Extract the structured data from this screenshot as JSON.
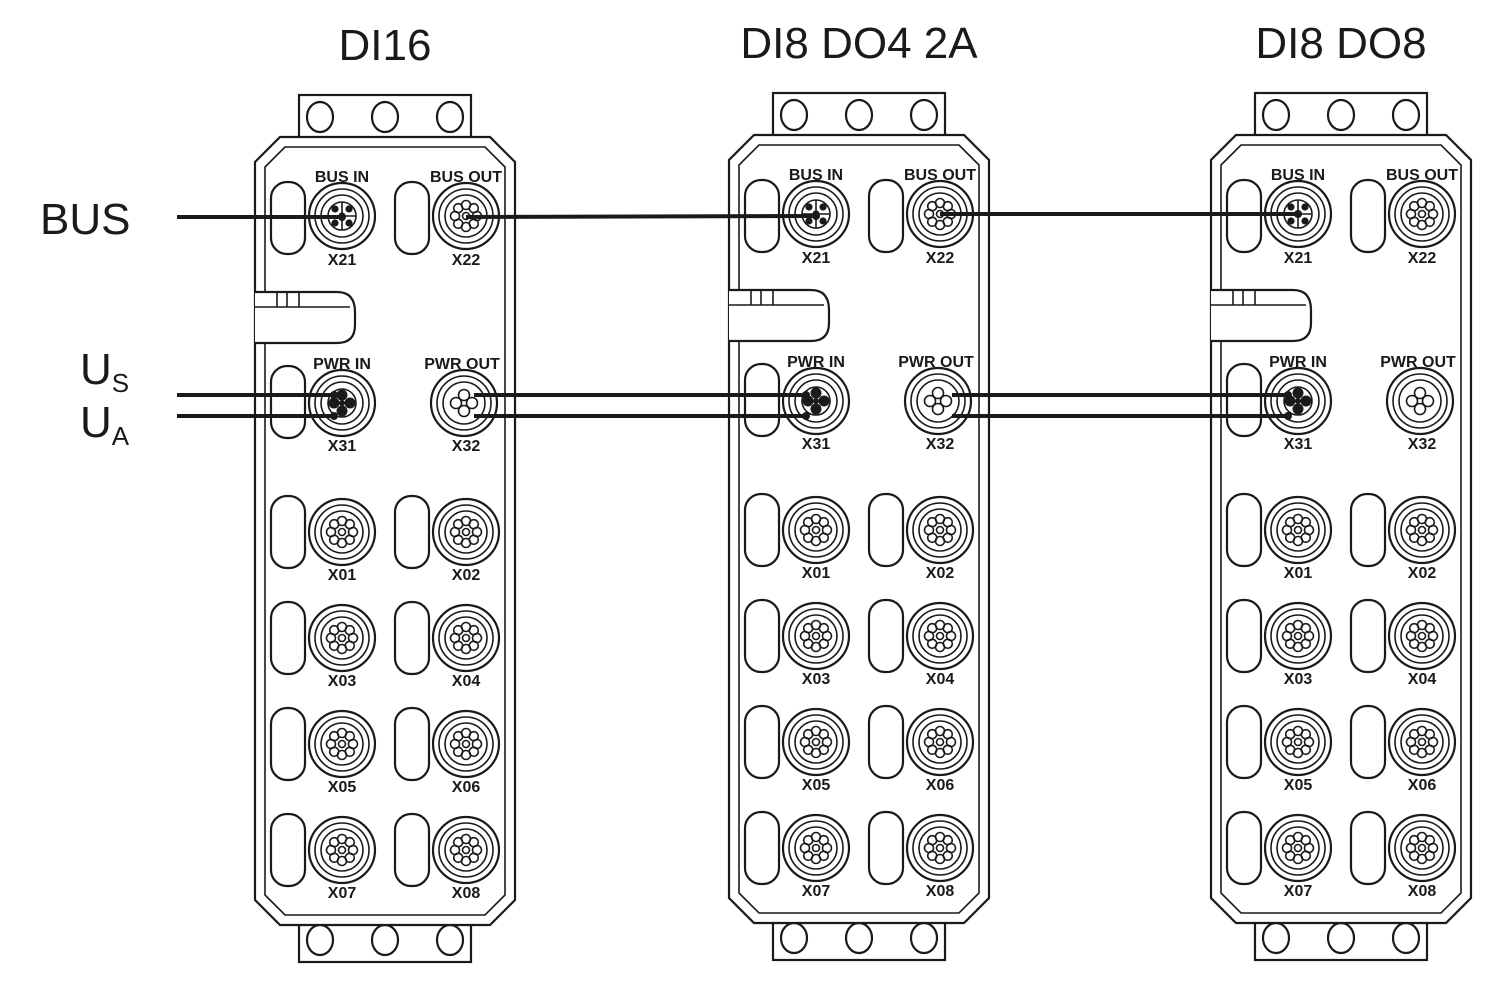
{
  "diagram": {
    "left_labels": {
      "bus": "BUS",
      "us_main": "U",
      "us_sub": "S",
      "ua_main": "U",
      "ua_sub": "A"
    },
    "modules": [
      {
        "title": "DI16",
        "bus_in": "BUS IN",
        "bus_out": "BUS OUT",
        "pwr_in": "PWR IN",
        "pwr_out": "PWR OUT",
        "ports": {
          "x21": "X21",
          "x22": "X22",
          "x31": "X31",
          "x32": "X32",
          "x01": "X01",
          "x02": "X02",
          "x03": "X03",
          "x04": "X04",
          "x05": "X05",
          "x06": "X06",
          "x07": "X07",
          "x08": "X08"
        }
      },
      {
        "title": "DI8 DO4 2A",
        "bus_in": "BUS IN",
        "bus_out": "BUS OUT",
        "pwr_in": "PWR IN",
        "pwr_out": "PWR OUT",
        "ports": {
          "x21": "X21",
          "x22": "X22",
          "x31": "X31",
          "x32": "X32",
          "x01": "X01",
          "x02": "X02",
          "x03": "X03",
          "x04": "X04",
          "x05": "X05",
          "x06": "X06",
          "x07": "X07",
          "x08": "X08"
        }
      },
      {
        "title": "DI8 DO8",
        "bus_in": "BUS IN",
        "bus_out": "BUS OUT",
        "pwr_in": "PWR IN",
        "pwr_out": "PWR OUT",
        "ports": {
          "x21": "X21",
          "x22": "X22",
          "x31": "X31",
          "x32": "X32",
          "x01": "X01",
          "x02": "X02",
          "x03": "X03",
          "x04": "X04",
          "x05": "X05",
          "x06": "X06",
          "x07": "X07",
          "x08": "X08"
        }
      }
    ],
    "colors": {
      "line": "#1a1a1a",
      "background": "#ffffff"
    }
  }
}
